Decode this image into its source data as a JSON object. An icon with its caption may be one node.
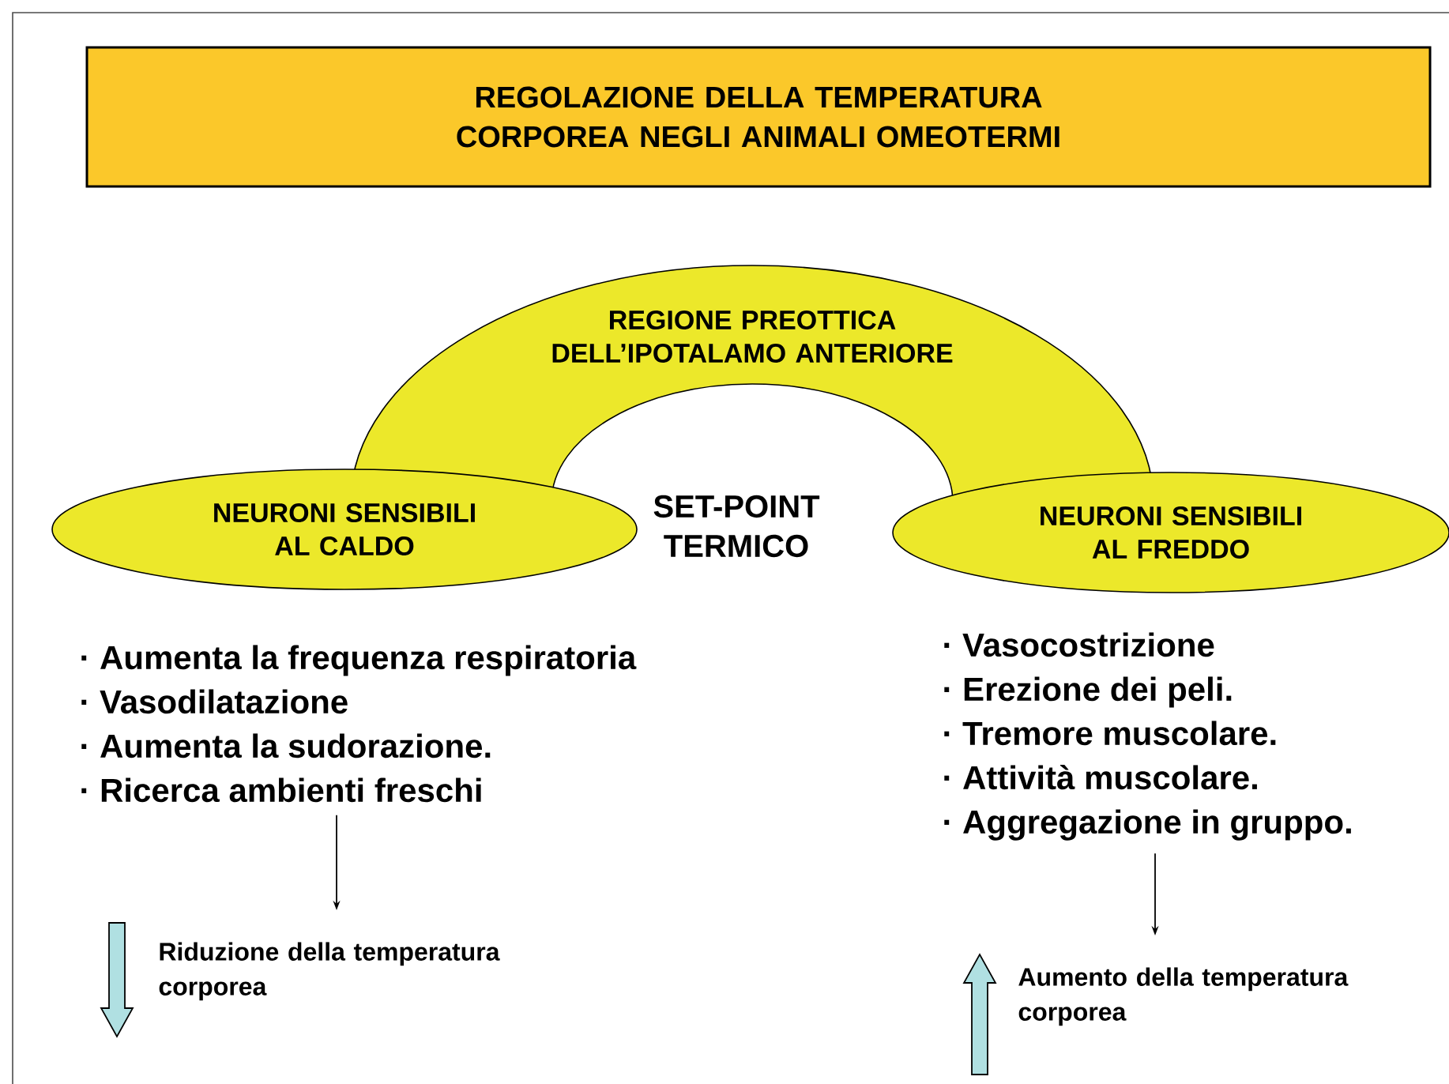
{
  "diagram": {
    "title": "REGOLAZIONE DELLA TEMPERATURA CORPOREA NEGLI ANIMALI OMEOTERMI",
    "nodes": [
      {
        "text": [
          "REGIONE PREOTTICA DELL’IPOTALAMO ANTERIORE"
        ]
      },
      {
        "text": [
          "NEURONI SENSIBILI AL CALDO"
        ]
      },
      {
        "text": [
          "NEURONI SENSIBILI AL FREDDO"
        ]
      },
      {
        "text": [
          "· Aumenta la frequenza respiratoria",
          "· Vasodilatazione",
          "· Aumenta la sudorazione.",
          "· Ricerca ambienti freschi"
        ]
      },
      {
        "text": [
          "Riduzione della temperatura corporea"
        ]
      },
      {
        "text": [
          "· Vasocostrizione",
          "· Erezione dei peli.",
          "· Tremore muscolare.",
          "· Attività muscolare.",
          "· Aggregazione in gruppo."
        ]
      },
      {
        "text": [
          "Aumento della temperatura corporea"
        ]
      }
    ],
    "edges": [
      {
        "from": 3,
        "to": 4,
        "arrow": "to"
      },
      {
        "from": 5,
        "to": 6,
        "arrow": "to"
      }
    ],
    "labels": [
      "SET-POINT TERMICO"
    ]
  }
}
